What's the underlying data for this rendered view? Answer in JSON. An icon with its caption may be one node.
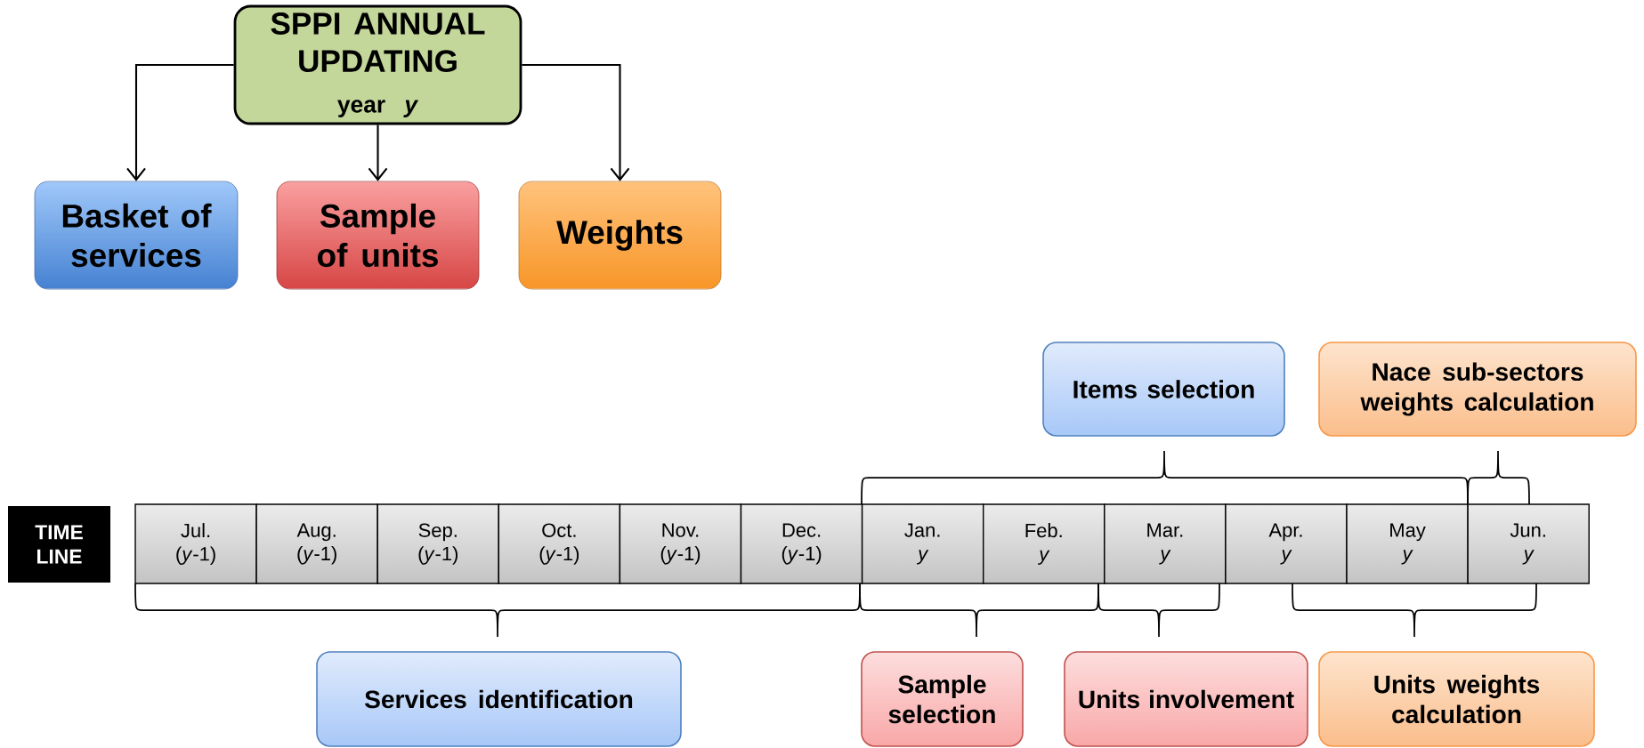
{
  "diagram": {
    "nodes": [
      {
        "text": [
          "SPPI ANNUAL UPDATING",
          "year *y*"
        ]
      },
      {
        "text": [
          "Basket of services"
        ]
      },
      {
        "text": [
          "Sample of units"
        ]
      },
      {
        "text": [
          "Weights"
        ]
      },
      {
        "text": [
          "Items selection"
        ]
      },
      {
        "text": [
          "Nace sub-sectors weights calculation"
        ]
      },
      {
        "text": [
          "TIME LINE"
        ]
      },
      {
        "text": [
          "Jul.",
          "(*y*-1)"
        ]
      },
      {
        "text": [
          "Aug.",
          "(*y*-1)"
        ]
      },
      {
        "text": [
          "Sep.",
          "(*y*-1)"
        ]
      },
      {
        "text": [
          "Oct.",
          "(*y*-1)"
        ]
      },
      {
        "text": [
          "Nov.",
          "(*y*-1)"
        ]
      },
      {
        "text": [
          "Dec.",
          "(*y*-1)"
        ]
      },
      {
        "text": [
          "Jan.",
          "y"
        ]
      },
      {
        "text": [
          "Feb.",
          "y"
        ]
      },
      {
        "text": [
          "Mar.",
          "y"
        ]
      },
      {
        "text": [
          "Apr.",
          "y"
        ]
      },
      {
        "text": [
          "May",
          "y"
        ]
      },
      {
        "text": [
          "Jun.",
          "y"
        ]
      },
      {
        "text": [
          "Services identification"
        ]
      },
      {
        "text": [
          "Sample selection"
        ]
      },
      {
        "text": [
          "Units involvement"
        ]
      },
      {
        "text": [
          "Units weights calculation"
        ]
      }
    ],
    "edges": [
      {
        "from": 0,
        "to": 1,
        "arrow": "to"
      },
      {
        "from": 0,
        "to": 2,
        "arrow": "to"
      },
      {
        "from": 0,
        "to": 3,
        "arrow": "to"
      }
    ]
  }
}
